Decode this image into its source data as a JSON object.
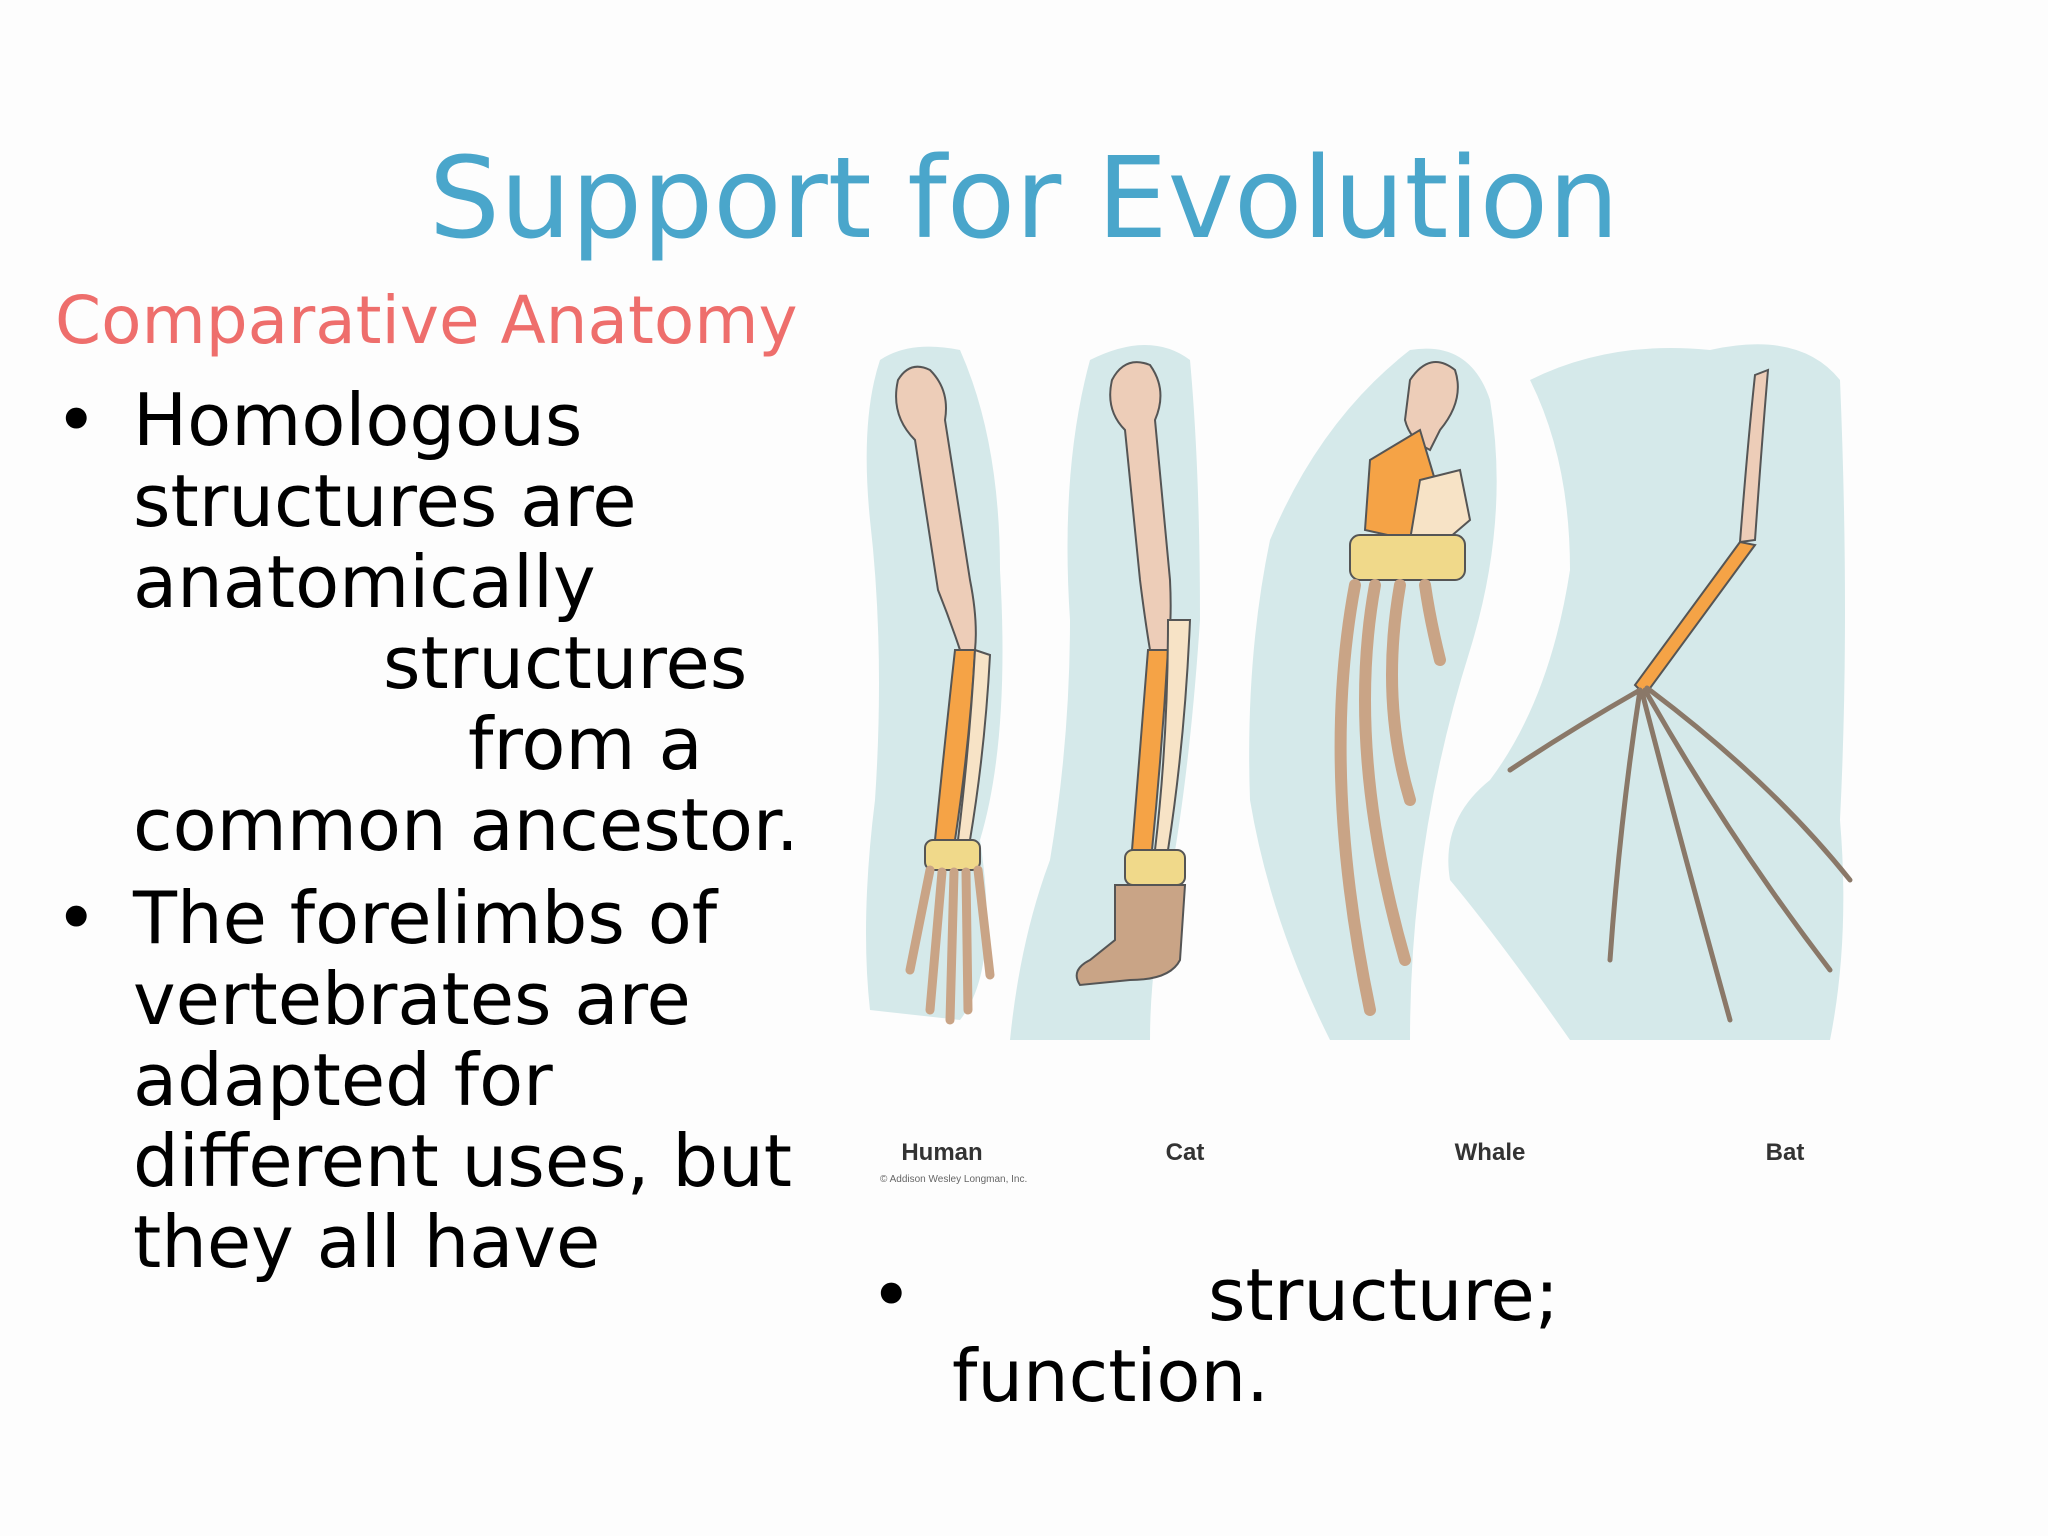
{
  "slide": {
    "title": "Support for Evolution",
    "subtitle": "Comparative Anatomy",
    "bullets": [
      {
        "marker": "•",
        "lines": [
          "Homologous",
          "structures are",
          "anatomically",
          "structures",
          "from a",
          "common ancestor."
        ]
      },
      {
        "marker": "•",
        "lines": [
          "The forelimbs of",
          "vertebrates are",
          "adapted for",
          "different uses, but",
          "they all have"
        ]
      }
    ],
    "bottom_bullet": {
      "marker": "•",
      "lines": [
        "structure;",
        "function."
      ]
    }
  },
  "figure": {
    "labels": [
      "Human",
      "Cat",
      "Whale",
      "Bat"
    ],
    "credit": "© Addison Wesley Longman, Inc.",
    "colors": {
      "background_silhouette": "#d5e9ea",
      "humerus": "#edcdb8",
      "radius_ulna": "#f5a346",
      "ulna_light": "#f7e3c6",
      "carpals": "#f0d98a",
      "phalanges": "#c9a486",
      "outline": "#555555"
    }
  }
}
